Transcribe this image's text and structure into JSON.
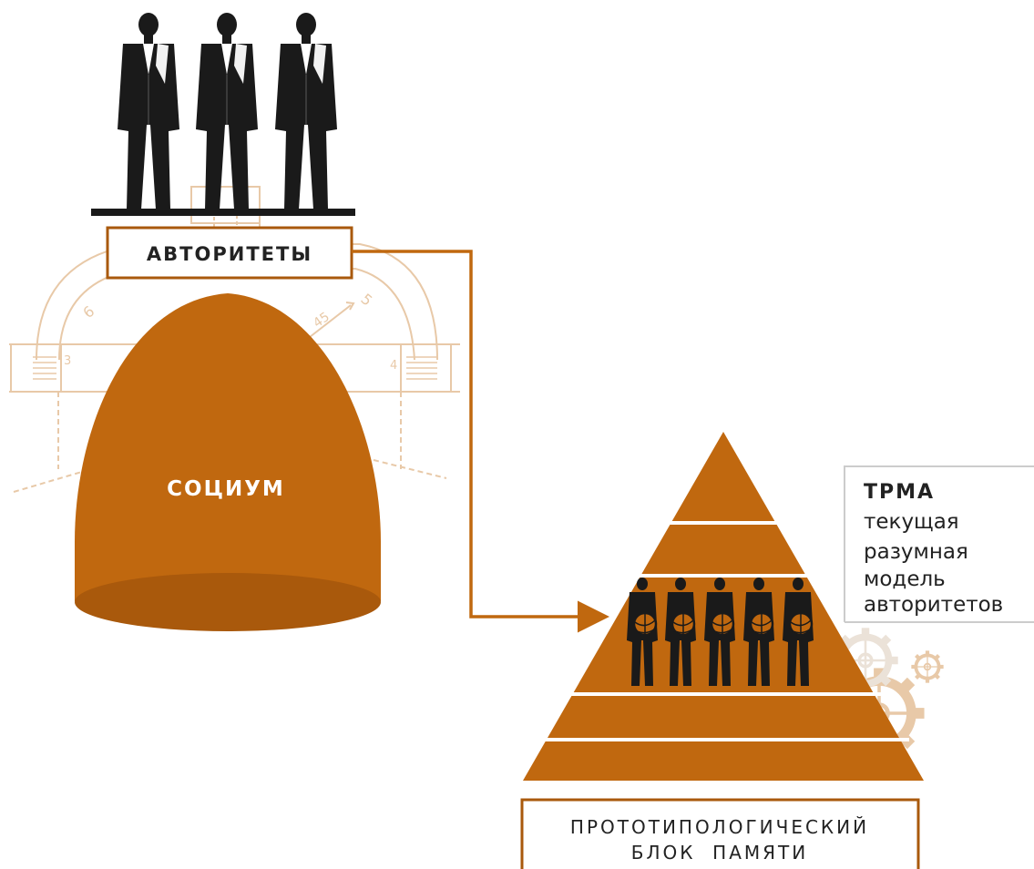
{
  "authorities": {
    "label": "АВТОРИТЕТЫ"
  },
  "socium": {
    "label": "СОЦИУМ"
  },
  "trma": {
    "title": "ТРМА",
    "lines": [
      "текущая",
      "разумная",
      "модель",
      "авторитетов"
    ]
  },
  "memory_block": {
    "line1": "ПРОТОТИПОЛОГИЧЕСКИЙ",
    "line2": "БЛОК  ПАМЯТИ"
  },
  "colors": {
    "accent": "#c0680f",
    "accent_dark": "#a9590c",
    "sketch": "#e8c9a8",
    "figure": "#1a1a1a"
  },
  "sketch_marks": [
    "6",
    "5",
    "3",
    "4",
    "45"
  ]
}
